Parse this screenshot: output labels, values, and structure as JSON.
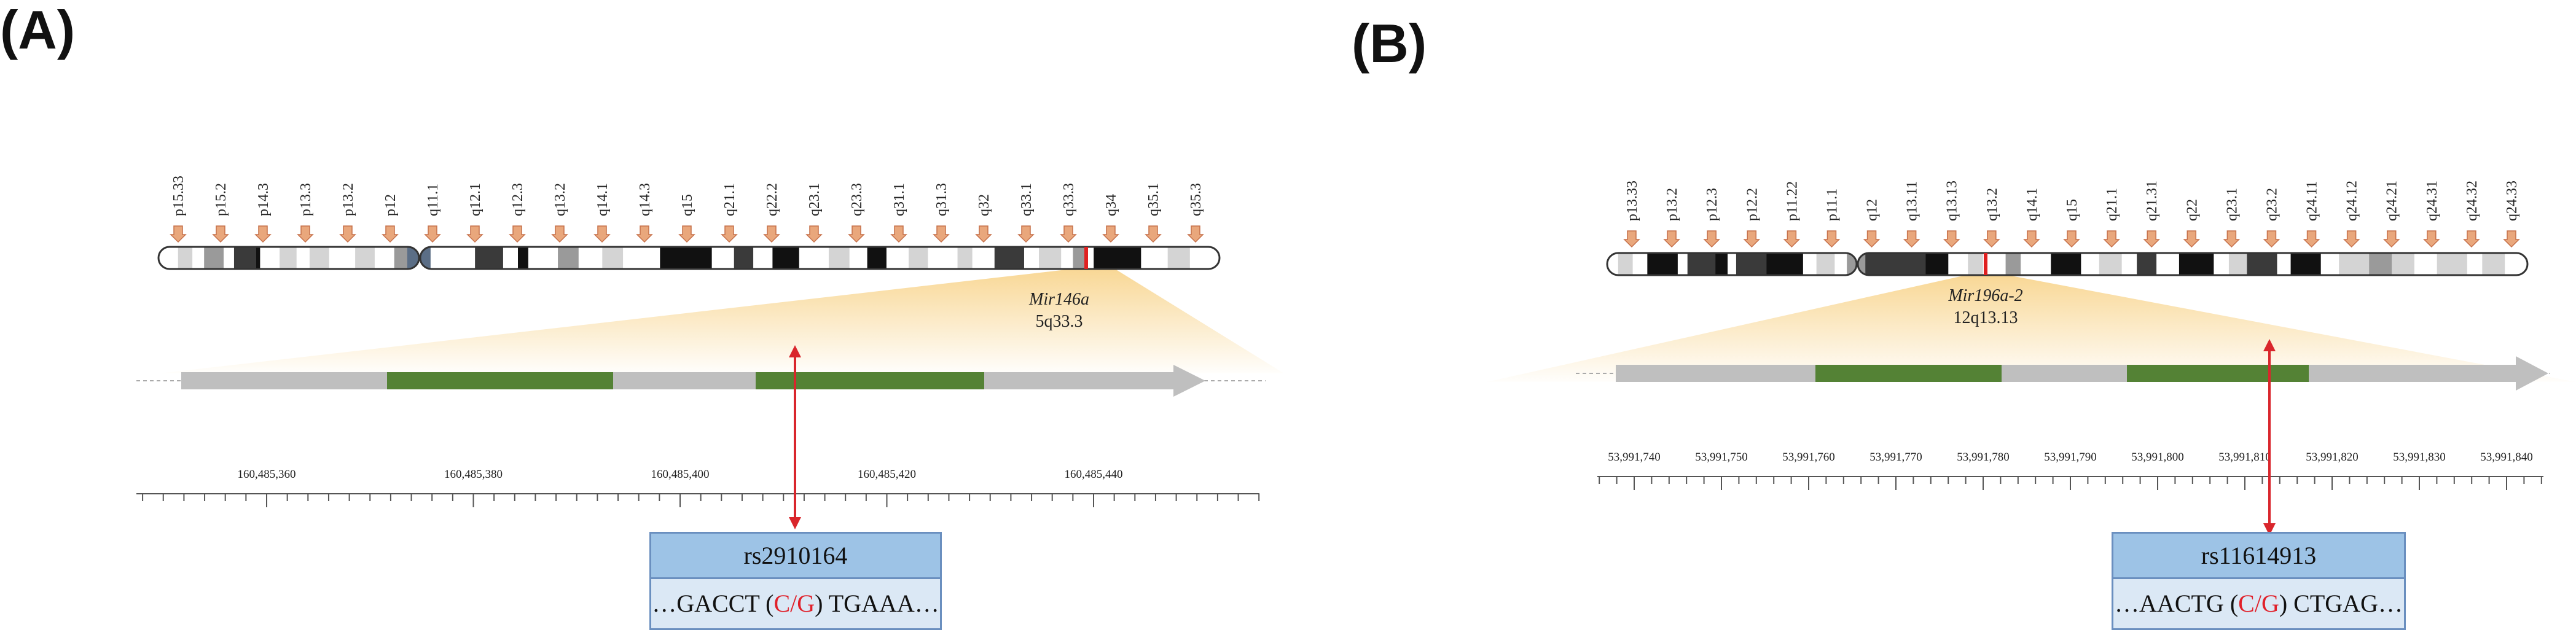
{
  "panels": [
    {
      "label": "(A)",
      "gene": "Mir146a",
      "locus": "5q33.3",
      "bands": [
        "p15.33",
        "p15.2",
        "p14.3",
        "p13.3",
        "p13.2",
        "p12",
        "q11.1",
        "q12.1",
        "q12.3",
        "q13.2",
        "q14.1",
        "q14.3",
        "q15",
        "q21.1",
        "q22.2",
        "q23.1",
        "q23.3",
        "q31.1",
        "q31.3",
        "q32",
        "q33.1",
        "q33.3",
        "q34",
        "q35.1",
        "q35.3"
      ],
      "ticks": [
        "160,485,360",
        "160,485,380",
        "160,485,400",
        "160,485,420",
        "160,485,440"
      ],
      "snp": {
        "id": "rs2910164",
        "prefix": "…GACCT (",
        "alt1": "C",
        "sep": "/",
        "alt2": "G",
        "suffix": ") TGAAA…"
      }
    },
    {
      "label": "(B)",
      "gene": "Mir196a-2",
      "locus": "12q13.13",
      "bands": [
        "p13.33",
        "p13.2",
        "p12.3",
        "p12.2",
        "p11.22",
        "p11.1",
        "q12",
        "q13.11",
        "q13.13",
        "q13.2",
        "q14.1",
        "q15",
        "q21.1",
        "q21.31",
        "q22",
        "q23.1",
        "q23.2",
        "q24.11",
        "q24.12",
        "q24.21",
        "q24.31",
        "q24.32",
        "q24.33"
      ],
      "ticks": [
        "53,991,740",
        "53,991,750",
        "53,991,760",
        "53,991,770",
        "53,991,780",
        "53,991,790",
        "53,991,800",
        "53,991,810",
        "53,991,820",
        "53,991,830",
        "53,991,840"
      ],
      "snp": {
        "id": "rs11614913",
        "prefix": "…AACTG (",
        "alt1": "C",
        "sep": "/",
        "alt2": "G",
        "suffix": ") CTGAG…"
      }
    }
  ],
  "colors": {
    "arrow": "#e9a77c",
    "exon": "#548235",
    "track": "#bfbfbf",
    "pointer": "#d9262c",
    "marker": "#e02020",
    "highlight": "#f5c25c"
  }
}
